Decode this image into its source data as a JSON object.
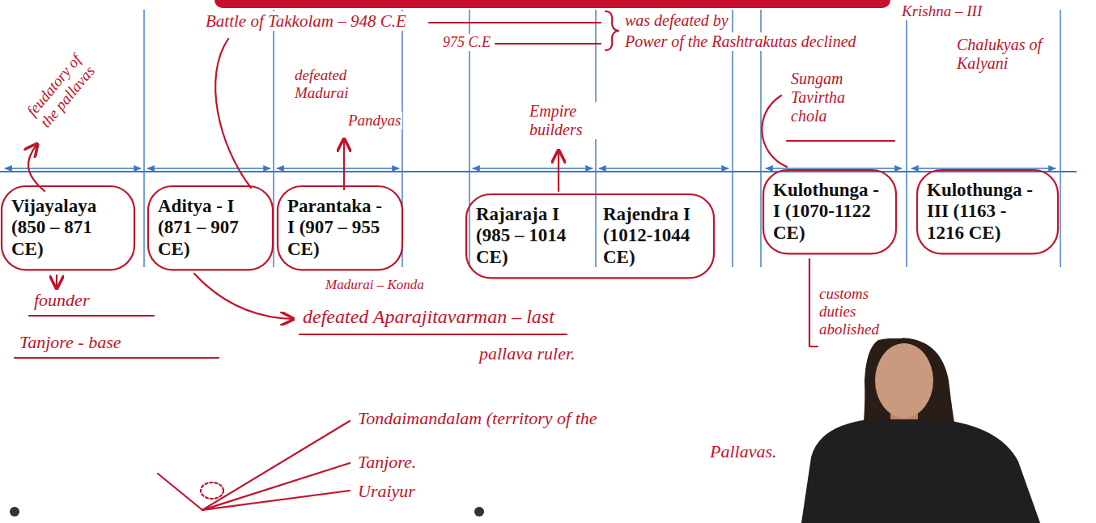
{
  "diagram": {
    "nodes": [
      {
        "text": [
          "Vijayalaya (850 – 871 CE)"
        ]
      },
      {
        "text": [
          "Aditya - I (871 – 907 CE)"
        ]
      },
      {
        "text": [
          "Parantaka - I (907 – 955 CE)"
        ]
      },
      {
        "text": [
          "Rajaraja I (985 – 1014 CE)"
        ]
      },
      {
        "text": [
          "Rajendra I (1012-1044 CE)"
        ]
      },
      {
        "text": [
          "Kulothunga - I (1070-1122 CE)"
        ]
      },
      {
        "text": [
          "Kulothunga - III (1163 - 1216 CE)"
        ]
      }
    ],
    "labels": [
      "Battle of Takkolam – 948 C.E",
      "975 C.E",
      "was defeated by",
      "Krishna – III",
      "Power of the Rashtrakutas declined",
      "Chalukyas of Kalyani",
      "feudatory of the pallavas",
      "defeated Madurai",
      "Pandyas",
      "Empire builders",
      "Sungam Tavirtha chola",
      "founder",
      "Tanjore - base",
      "Madurai – Konda",
      "defeated Aparajitavarman – last",
      "pallava ruler.",
      "customs duties abolished",
      "Tondaimandalam (territory of the",
      "Pallavas.",
      "Tanjore.",
      "Uraiyur"
    ]
  }
}
